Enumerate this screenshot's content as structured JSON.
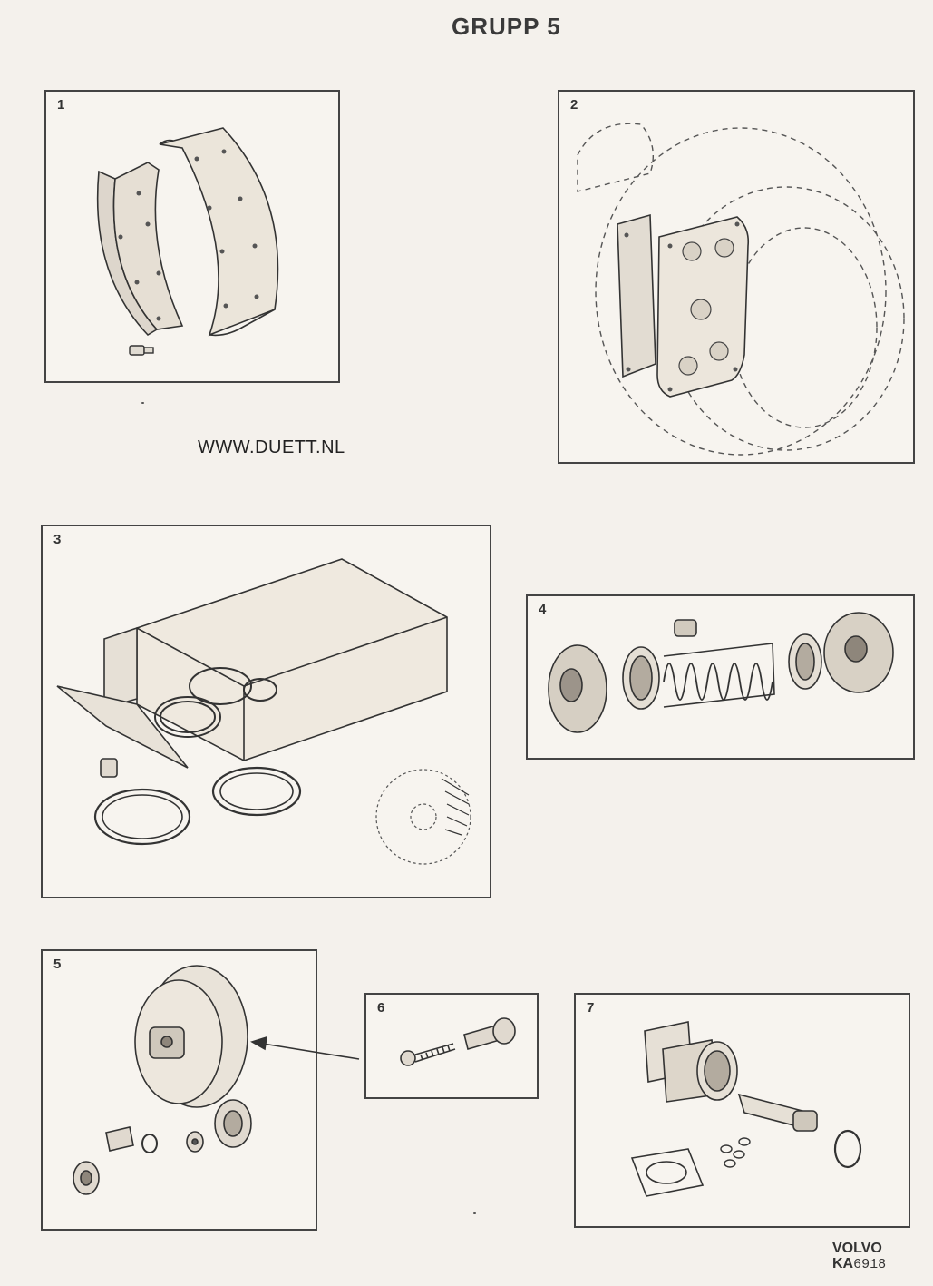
{
  "header": {
    "title": "GRUPP 5"
  },
  "panels": [
    {
      "number": "1",
      "icon": "brake-shoe-lining-icon"
    },
    {
      "number": "2",
      "icon": "disc-brake-pad-icon"
    },
    {
      "number": "3",
      "icon": "seal-kit-box-icon"
    },
    {
      "number": "4",
      "icon": "wheel-cylinder-kit-icon"
    },
    {
      "number": "5",
      "icon": "brake-servo-icon"
    },
    {
      "number": "6",
      "icon": "bolt-and-sleeve-icon"
    },
    {
      "number": "7",
      "icon": "valve-assembly-icon"
    }
  ],
  "website": "WWW.DUETT.NL",
  "footer": {
    "brand": "VOLVO",
    "code_prefix": "KA",
    "code_number": "6918"
  }
}
